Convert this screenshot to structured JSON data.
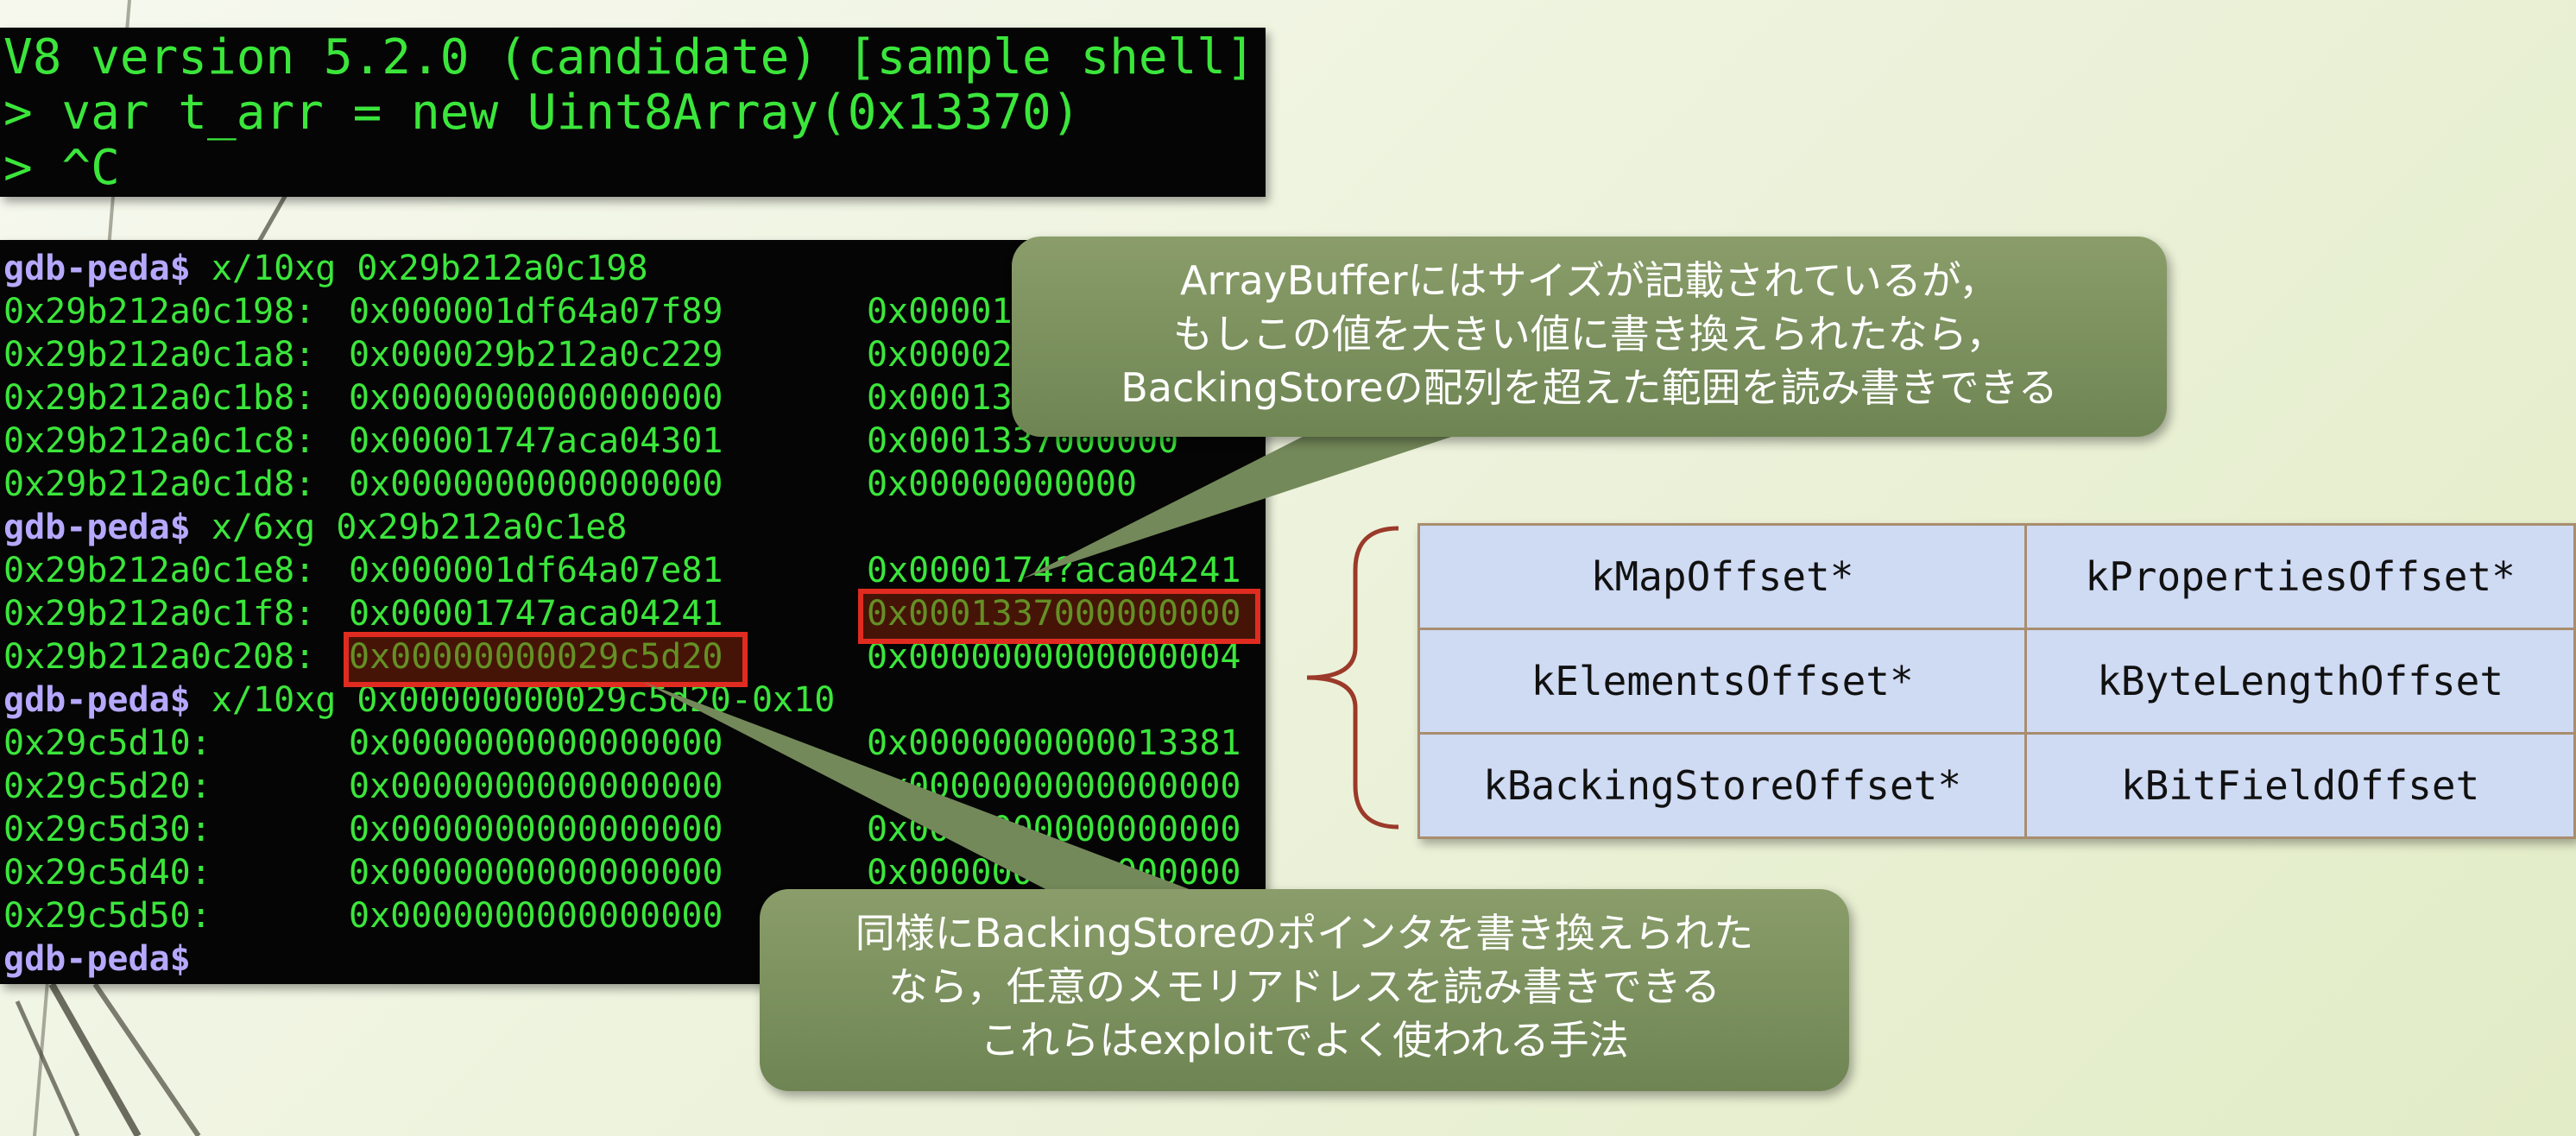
{
  "terminal_top": {
    "lines": [
      "V8 version 5.2.0 (candidate) [sample shell]",
      "> var t_arr = new Uint8Array(0x13370)",
      "> ^C"
    ]
  },
  "terminal_gdb": {
    "prompt": "gdb-peda$",
    "rows": [
      {
        "kind": "cmd",
        "text": " x/10xg 0x29b212a0c198"
      },
      {
        "kind": "data",
        "addr": "0x29b212a0c198:",
        "v1": "0x000001df64a07f89",
        "v2": "0x00001"
      },
      {
        "kind": "data",
        "addr": "0x29b212a0c1a8:",
        "v1": "0x000029b212a0c229",
        "v2": "0x00002"
      },
      {
        "kind": "data",
        "addr": "0x29b212a0c1b8:",
        "v1": "0x0000000000000000",
        "v2": "0x00013"
      },
      {
        "kind": "data",
        "addr": "0x29b212a0c1c8:",
        "v1": "0x00001747aca04301",
        "v2": "0x0001337000000"
      },
      {
        "kind": "data",
        "addr": "0x29b212a0c1d8:",
        "v1": "0x0000000000000000",
        "v2": "0x00000000000"
      },
      {
        "kind": "cmd",
        "text": " x/6xg 0x29b212a0c1e8"
      },
      {
        "kind": "data",
        "addr": "0x29b212a0c1e8:",
        "v1": "0x000001df64a07e81",
        "v2": "0x0000174?aca04241"
      },
      {
        "kind": "data",
        "addr": "0x29b212a0c1f8:",
        "v1": "0x00001747aca04241",
        "v2": "0x0001337000000000"
      },
      {
        "kind": "data",
        "addr": "0x29b212a0c208:",
        "v1": "0x00000000029c5d20",
        "v2": "0x0000000000000004"
      },
      {
        "kind": "cmd",
        "text": " x/10xg 0x00000000029c5d20-0x10"
      },
      {
        "kind": "data",
        "addr": "0x29c5d10:",
        "v1": "0x0000000000000000",
        "v2": "0x0000000000013381"
      },
      {
        "kind": "data",
        "addr": "0x29c5d20:",
        "v1": "0x0000000000000000",
        "v2": "0x0000000000000000"
      },
      {
        "kind": "data",
        "addr": "0x29c5d30:",
        "v1": "0x0000000000000000",
        "v2": "0x0000000000000000"
      },
      {
        "kind": "data",
        "addr": "0x29c5d40:",
        "v1": "0x0000000000000000",
        "v2": "0x0000000000000000"
      },
      {
        "kind": "data",
        "addr": "0x29c5d50:",
        "v1": "0x0000000000000000",
        "v2": ""
      },
      {
        "kind": "cmd",
        "text": ""
      }
    ]
  },
  "callout_top": {
    "lines": [
      "ArrayBufferにはサイズが記載されているが，",
      "もしこの値を大きい値に書き換えられたなら，",
      "BackingStoreの配列を超えた範囲を読み書きできる"
    ]
  },
  "callout_bottom": {
    "lines": [
      "同様にBackingStoreのポインタを書き換えられた",
      "なら，任意のメモリアドレスを読み書きできる",
      "これらはexploitでよく使われる手法"
    ]
  },
  "offset_table": {
    "rows": [
      [
        "kMapOffset*",
        "kPropertiesOffset*"
      ],
      [
        "kElementsOffset*",
        "kByteLengthOffset"
      ],
      [
        "kBackingStoreOffset*",
        "kBitFieldOffset"
      ]
    ]
  },
  "colors": {
    "terminal_text": "#3be63b",
    "prompt": "#b5a8ff",
    "highlight_box": "#e02c20",
    "callout": "#7a8f5e",
    "table_cell": "#cfdaf3"
  }
}
